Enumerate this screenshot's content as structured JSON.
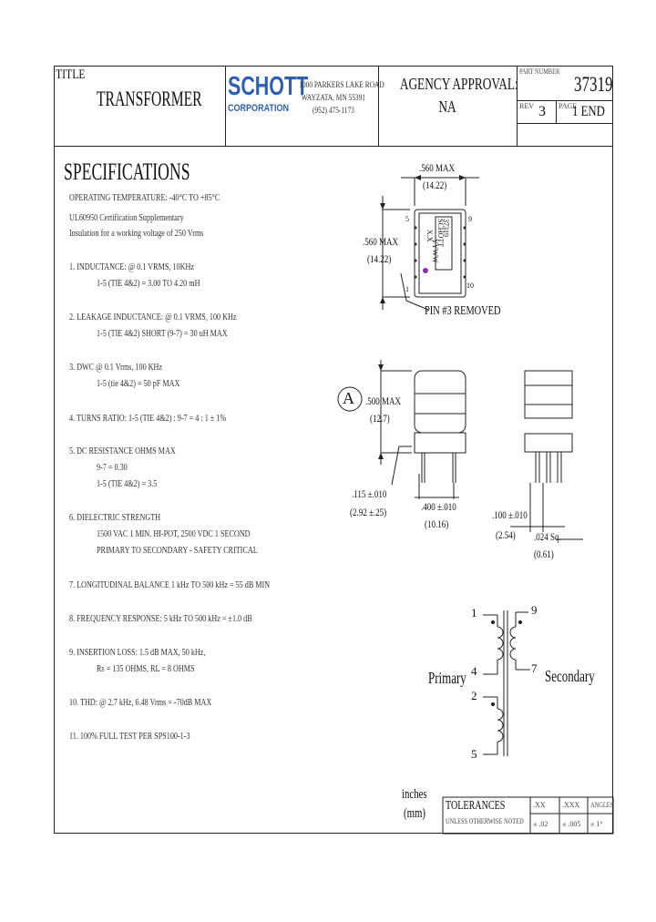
{
  "title_block": {
    "title_label": "TITLE",
    "title": "TRANSFORMER",
    "company_logo": "SCHOTT",
    "company_sub": "CORPORATION",
    "address": [
      "1000 PARKERS LAKE ROAD",
      "WAYZATA, MN 55391",
      "(952) 475-1173"
    ],
    "agency_label": "AGENCY APPROVAL:",
    "agency_value": "NA",
    "part_label": "PART NUMBER",
    "part_number": "37319",
    "rev_label": "REV",
    "rev_value": "3",
    "page_label": "PAGE",
    "page_value": "1 END"
  },
  "specifications": {
    "heading": "SPECIFICATIONS",
    "lines": [
      "OPERATING TEMPERATURE: -40°C TO +85°C",
      "UL60950 Certification Supplementary",
      "Insulation for a working voltage of 250 Vrms",
      "1. INDUCTANCE: @ 0.1 VRMS, 10KHz",
      "1-5 (TIE 4&2) = 3.00 TO 4.20 mH",
      "2. LEAKAGE INDUCTANCE: @ 0.1 VRMS, 100 KHz",
      "1-5 (TIE 4&2) SHORT (9-7) = 30 uH MAX",
      "3. DWC @ 0.1 Vrms, 100 KHz",
      "1-5 (tie 4&2) = 50 pF MAX",
      "4. TURNS RATIO: 1-5 (TIE 4&2) : 9-7 = 4 : 1 ± 1%",
      "5. DC RESISTANCE OHMS MAX",
      "9-7 = 0.30",
      "1-5 (TIE 4&2) = 3.5",
      "6. DIELECTRIC STRENGTH",
      "1500 VAC 1 MIN. HI-POT, 2500 VDC 1 SECOND",
      "PRIMARY TO SECONDARY - SAFETY CRITICAL",
      "7. LONGITUDINAL BALANCE 1 kHz TO 500 kHz = 55 dB MIN",
      "8. FREQUENCY RESPONSE: 5 kHz TO 500 kHz = ±1.0 dB",
      "9. INSERTION LOSS: 1.5 dB MAX, 50 kHz,",
      "Rs = 135 OHMS, RL = 8 OHMS",
      "10. THD: @ 2.7 kHz, 6.48 Vrms = -70dB MAX",
      "11. 100% FULL TEST PER SPS100-1-3"
    ]
  },
  "drawing": {
    "top_dim_max": ".560 MAX",
    "top_dim_mm": "(14.22)",
    "side_dim_max": ".560 MAX",
    "side_dim_mm": "(14.22)",
    "marking_lines": [
      "37319",
      "SCHOTT",
      "YYWW",
      "X.X"
    ],
    "pin_labels": [
      "5",
      "1",
      "9",
      "10"
    ],
    "pin_note": "PIN #3 REMOVED",
    "detail_callout": "A",
    "height_max": ".500 MAX",
    "height_mm": "(12.7)",
    "pin_offset": ".115 ±.010",
    "pin_offset_mm": "(2.92 ±.25)",
    "pin_spacing": ".400 ±.010",
    "pin_spacing_mm": "(10.16)",
    "pin_pitch": ".100 ±.010",
    "pin_pitch_mm": "(2.54)",
    "pin_size": ".024 Sq.",
    "pin_size_mm": "(0.61)"
  },
  "schematic": {
    "primary_label": "Primary",
    "secondary_label": "Secondary",
    "pins": [
      "1",
      "4",
      "2",
      "5",
      "9",
      "7"
    ]
  },
  "tolerances": {
    "units_top": "inches",
    "units_bottom": "(mm)",
    "heading": "TOLERANCES",
    "sub": "UNLESS OTHERWISE NOTED",
    "col_headers": [
      ".XX",
      ".XXX",
      "ANGLES"
    ],
    "col_values": [
      "± .02",
      "± .005",
      "± 1°"
    ]
  }
}
